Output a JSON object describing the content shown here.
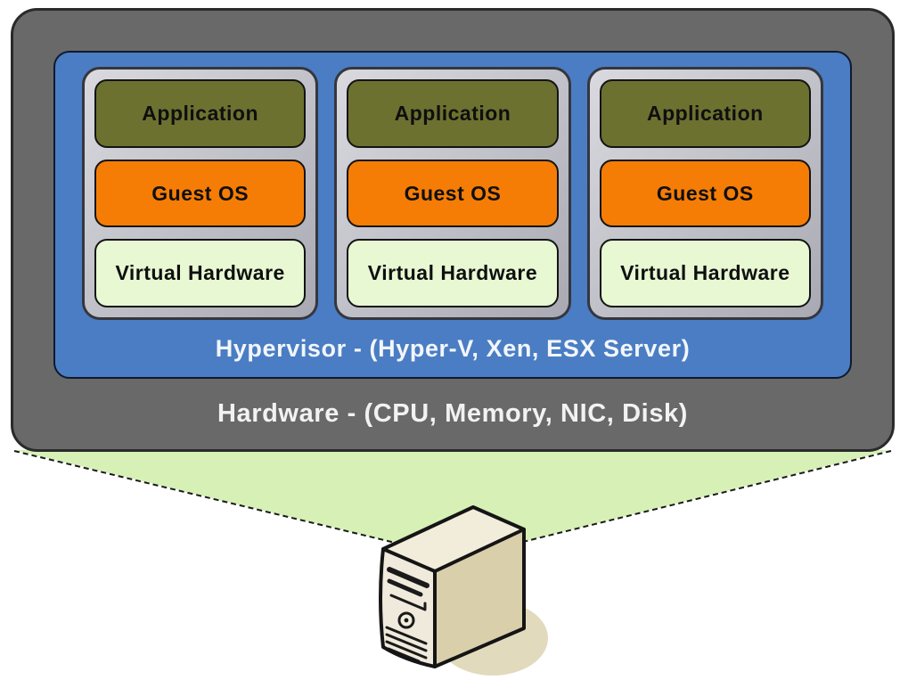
{
  "hardware": {
    "label": "Hardware - (CPU, Memory, NIC, Disk)",
    "color": "#696969"
  },
  "hypervisor": {
    "label": "Hypervisor - (Hyper-V, Xen, ESX Server)",
    "color": "#4a7dc3"
  },
  "vms": [
    {
      "layers": [
        {
          "label": "Application",
          "color": "#6d7130"
        },
        {
          "label": "Guest OS",
          "color": "#f57d06"
        },
        {
          "label": "Virtual Hardware",
          "color": "#e7f8d3"
        }
      ]
    },
    {
      "layers": [
        {
          "label": "Application",
          "color": "#6d7130"
        },
        {
          "label": "Guest OS",
          "color": "#f57d06"
        },
        {
          "label": "Virtual Hardware",
          "color": "#e7f8d3"
        }
      ]
    },
    {
      "layers": [
        {
          "label": "Application",
          "color": "#6d7130"
        },
        {
          "label": "Guest OS",
          "color": "#f57d06"
        },
        {
          "label": "Virtual Hardware",
          "color": "#e7f8d3"
        }
      ]
    }
  ],
  "beam": {
    "color": "#d6f0b6"
  },
  "icons": {
    "server": "server-tower-icon"
  }
}
